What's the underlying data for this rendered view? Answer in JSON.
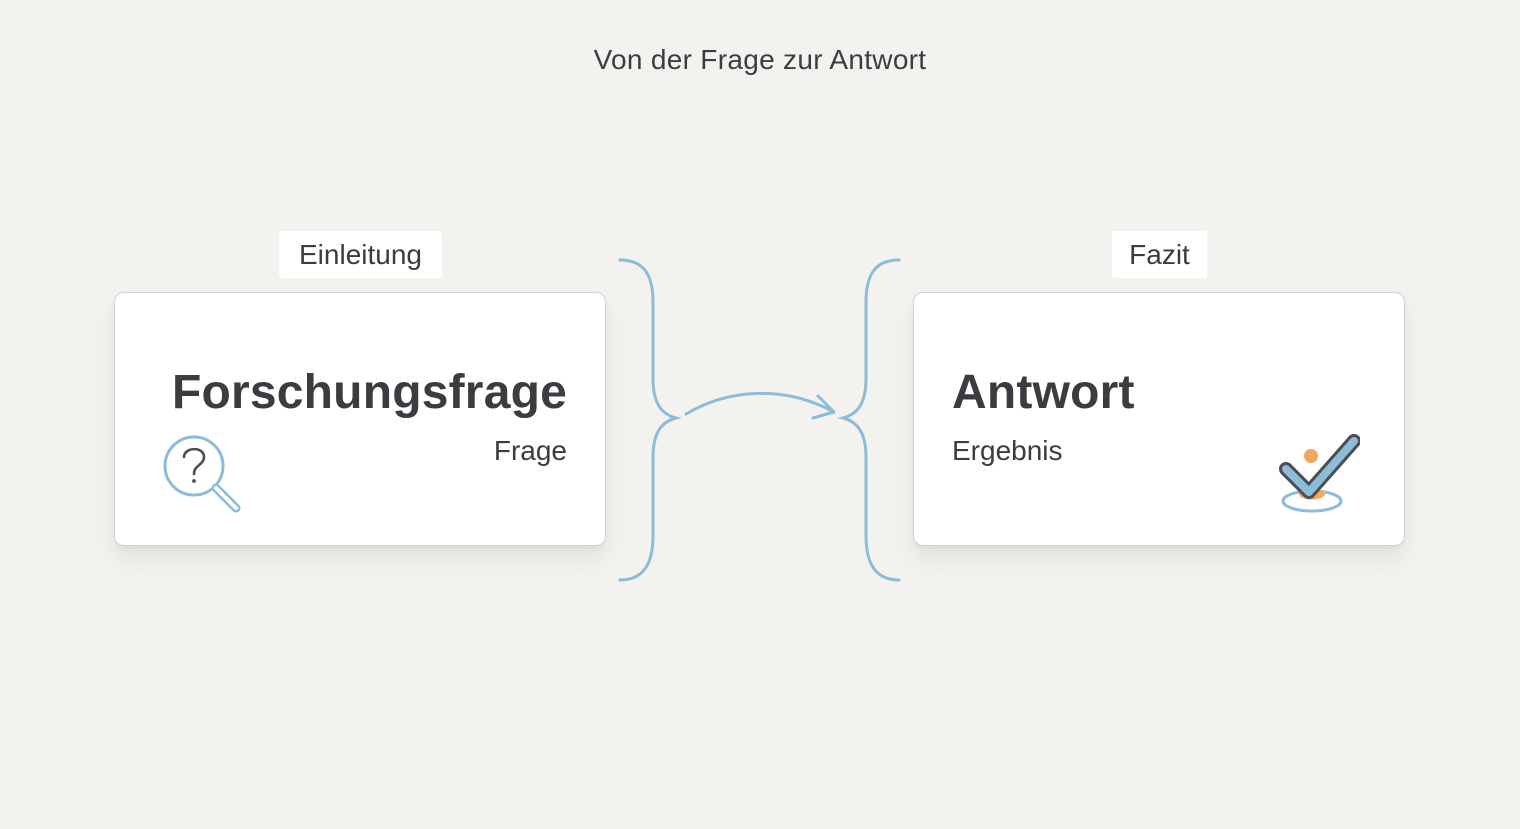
{
  "title": "Von der Frage zur Antwort",
  "left": {
    "label": "Einleitung",
    "heading": "Forschungsfrage",
    "subtitle": "Frage",
    "icon": "magnifier-question-icon"
  },
  "right": {
    "label": "Fazit",
    "heading": "Antwort",
    "subtitle": "Ergebnis",
    "icon": "checkmark-target-icon"
  },
  "colors": {
    "accent_blue": "#8dbcd9",
    "accent_orange": "#f0a75e",
    "background": "#f3f2ee",
    "text": "#3a3c40"
  }
}
